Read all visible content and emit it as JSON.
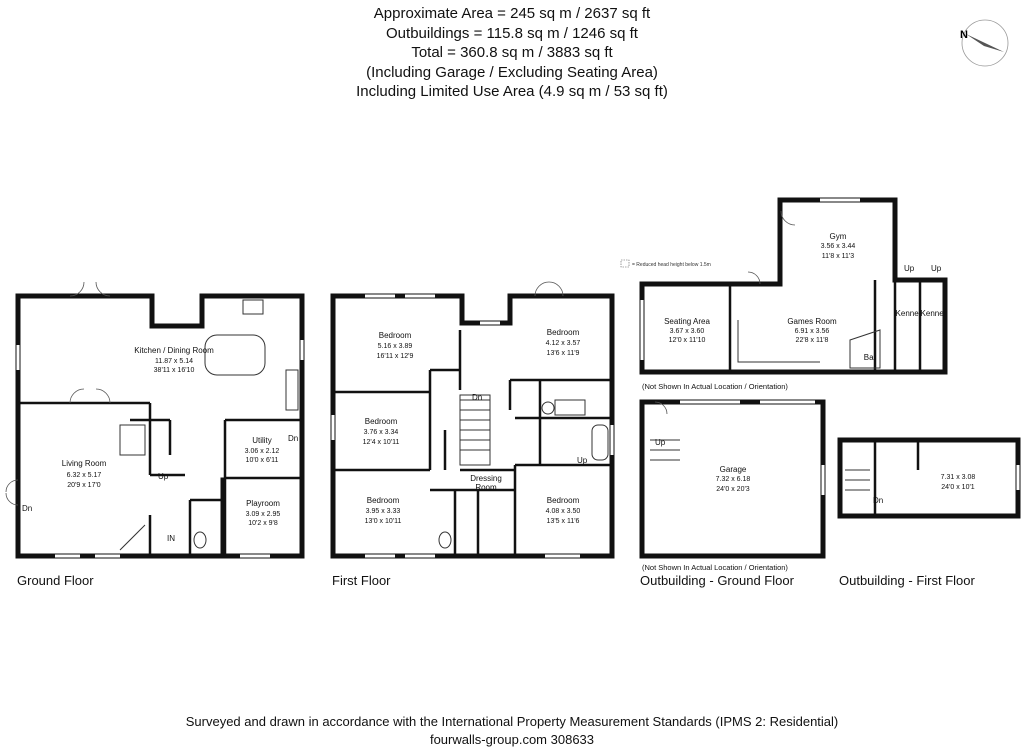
{
  "header": {
    "line1": "Approximate  Area = 245 sq m / 2637 sq ft",
    "line2": "Outbuildings = 115.8 sq m / 1246 sq ft",
    "line3": "Total = 360.8 sq m / 3883 sq ft",
    "line4": "(Including Garage / Excluding Seating Area)",
    "line5": "Including Limited Use Area (4.9 sq m / 53 sq ft)"
  },
  "compass": {
    "north_label": "N"
  },
  "legend": {
    "reduced_head_height": "= Reduced head height below 1.5m"
  },
  "floors": {
    "ground": "Ground Floor",
    "first": "First Floor",
    "outbuilding_ground": "Outbuilding - Ground Floor",
    "outbuilding_first": "Outbuilding - First Floor"
  },
  "rooms": {
    "kitchen": {
      "name": "Kitchen / Dining Room",
      "metric": "11.87 x 5.14",
      "imperial": "38'11 x 16'10"
    },
    "living": {
      "name": "Living Room",
      "metric": "6.32 x 5.17",
      "imperial": "20'9 x 17'0"
    },
    "utility": {
      "name": "Utility",
      "metric": "3.06 x 2.12",
      "imperial": "10'0 x 6'11"
    },
    "playroom": {
      "name": "Playroom",
      "metric": "3.09 x 2.95",
      "imperial": "10'2 x 9'8"
    },
    "bed1": {
      "name": "Bedroom",
      "metric": "5.16 x 3.89",
      "imperial": "16'11 x 12'9"
    },
    "bed2": {
      "name": "Bedroom",
      "metric": "3.76 x 3.34",
      "imperial": "12'4 x 10'11"
    },
    "bed3": {
      "name": "Bedroom",
      "metric": "3.95 x 3.33",
      "imperial": "13'0 x 10'11"
    },
    "bed4": {
      "name": "Bedroom",
      "metric": "4.12 x 3.57",
      "imperial": "13'6 x 11'9"
    },
    "bed5": {
      "name": "Bedroom",
      "metric": "4.08 x 3.50",
      "imperial": "13'5 x 11'6"
    },
    "dressing": {
      "name": "Dressing",
      "name2": "Room"
    },
    "gym": {
      "name": "Gym",
      "metric": "3.56 x 3.44",
      "imperial": "11'8 x 11'3"
    },
    "seating": {
      "name": "Seating Area",
      "metric": "3.67 x 3.60",
      "imperial": "12'0 x 11'10"
    },
    "games": {
      "name": "Games Room",
      "metric": "6.91 x 3.56",
      "imperial": "22'8 x 11'8"
    },
    "bar": {
      "name": "Bar"
    },
    "kennel1": {
      "name": "Kennel"
    },
    "kennel2": {
      "name": "Kennel"
    },
    "garage": {
      "name": "Garage",
      "metric": "7.32 x 6.18",
      "imperial": "24'0 x 20'3"
    },
    "loft": {
      "metric": "7.31 x 3.08",
      "imperial": "24'0 x 10'1"
    }
  },
  "labels": {
    "up": "Up",
    "dn": "Dn",
    "in": "IN",
    "not_shown": "(Not Shown In Actual Location / Orientation)"
  },
  "footer": {
    "line1": "Surveyed and drawn in accordance with the International Property Measurement Standards (IPMS 2: Residential)",
    "line2": "fourwalls-group.com 308633"
  }
}
